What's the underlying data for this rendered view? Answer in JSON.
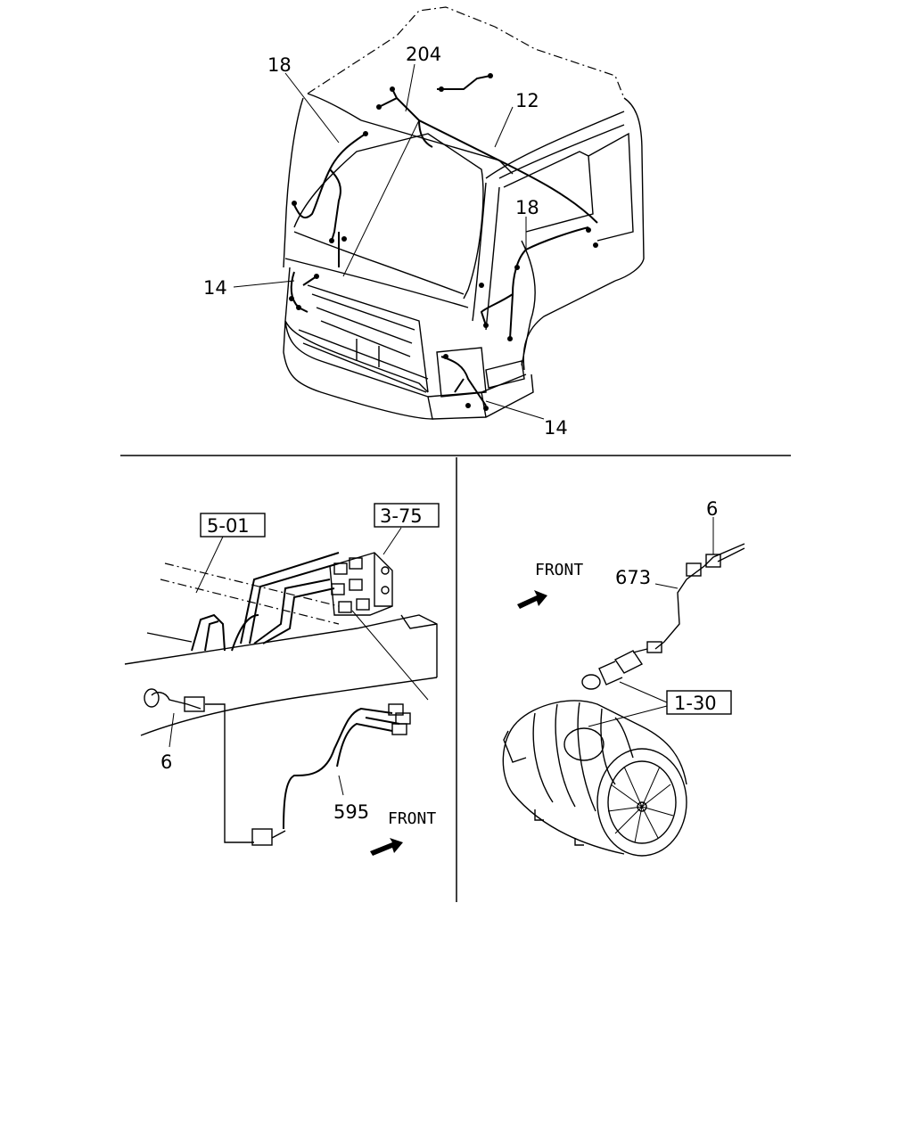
{
  "top_view": {
    "callouts": [
      "18",
      "204",
      "12",
      "18",
      "14",
      "14"
    ]
  },
  "lower_left_view": {
    "boxed_refs": [
      "5-01",
      "3-75"
    ],
    "callouts": [
      "6",
      "595"
    ],
    "front_label": "FRONT"
  },
  "lower_right_view": {
    "boxed_refs": [
      "1-30"
    ],
    "callouts": [
      "6",
      "673"
    ],
    "front_label": "FRONT"
  }
}
